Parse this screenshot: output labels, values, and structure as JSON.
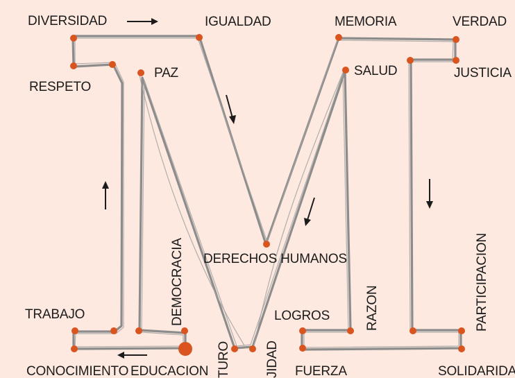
{
  "colors": {
    "background": "#fde9df",
    "node": "#d9541e",
    "outline": "#8c8c8c",
    "text": "#1b1b1b"
  },
  "labels": {
    "diversidad": "DIVERSIDAD",
    "igualdad": "IGUALDAD",
    "memoria": "MEMORIA",
    "verdad": "VERDAD",
    "respeto": "RESPETO",
    "paz": "PAZ",
    "salud": "SALUD",
    "justicia": "JUSTICIA",
    "derechos_humanos": "DERECHOS HUMANOS",
    "democracia": "DEMOCRACIA",
    "participacion": "PARTICIPACION",
    "trabajo": "TRABAJO",
    "logros": "LOGROS",
    "razon": "RAZON",
    "conocimiento": "CONOCIMIENTO",
    "educacion": "EDUCACION",
    "futuro": "TURO",
    "unidad": "JIDAD",
    "fuerza": "FUERZA",
    "solidaridad": "SOLIDARIDA"
  },
  "flow_arrows": [
    "right",
    "down",
    "down",
    "down",
    "up",
    "left"
  ]
}
